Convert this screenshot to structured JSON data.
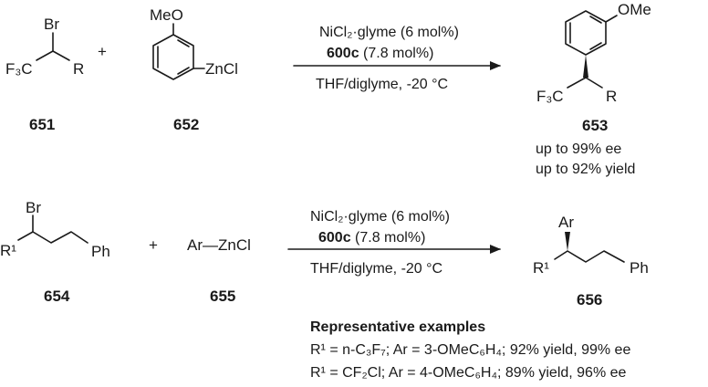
{
  "reaction1": {
    "substrate_Br": "Br",
    "substrate_CF3": "F₃C",
    "substrate_R": "R",
    "plus": "+",
    "reagent_OMe": "MeO",
    "reagent_ZnCl": "ZnCl",
    "cond1": "NiCl₂·glyme (6 mol%)",
    "cond2_bold": "600c",
    "cond2_rest": " (7.8 mol%)",
    "cond3": "THF/diglyme, -20 °C",
    "product_OMe": "OMe",
    "product_CF3": "F₃C",
    "product_R": "R",
    "num_substrate": "651",
    "num_reagent": "652",
    "num_product": "653",
    "ee": "up to 99% ee",
    "yield": "up to 92% yield"
  },
  "reaction2": {
    "substrate_Br": "Br",
    "substrate_R1": "R¹",
    "substrate_Ph": "Ph",
    "plus": "+",
    "reagent": "Ar—ZnCl",
    "cond1": "NiCl₂·glyme (6 mol%)",
    "cond2_bold": "600c",
    "cond2_rest": " (7.8 mol%)",
    "cond3": "THF/diglyme, -20 °C",
    "product_Ar": "Ar",
    "product_R1": "R¹",
    "product_Ph": "Ph",
    "num_substrate": "654",
    "num_reagent": "655",
    "num_product": "656"
  },
  "examples": {
    "title": "Representative examples",
    "line1": "R¹ = n-C₃F₇; Ar = 3-OMeC₆H₄; 92% yield, 99% ee",
    "line2": "R¹ = CF₂Cl; Ar = 4-OMeC₆H₄; 89% yield, 96% ee"
  }
}
